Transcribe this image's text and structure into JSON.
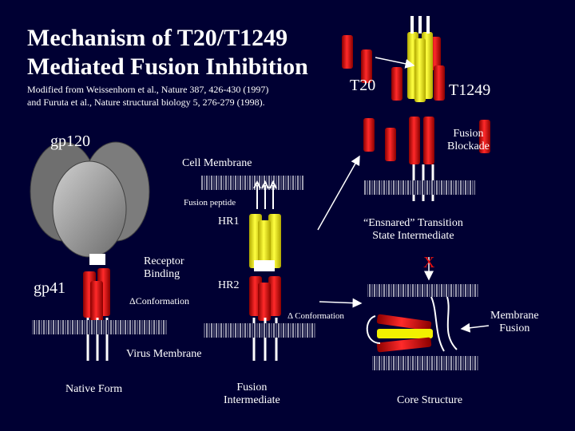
{
  "title_line1": "Mechanism of T20/T1249",
  "title_line2": "Mediated Fusion Inhibition",
  "reference_line1": "Modified from Weissenhorn et al., Nature 387, 426-430 (1997)",
  "reference_line2": "and Furuta et al., Nature structural biology 5, 276-279 (1998).",
  "labels": {
    "t20": "T20",
    "t1249": "T1249",
    "gp120": "gp120",
    "fusion_blockade_1": "Fusion",
    "fusion_blockade_2": "Blockade",
    "cell_membrane": "Cell Membrane",
    "fusion_peptide": "Fusion peptide",
    "hr1": "HR1",
    "ensnared_1": "“Ensnared” Transition",
    "ensnared_2": "State Intermediate",
    "x_mark": "X",
    "receptor_binding_1": "Receptor",
    "receptor_binding_2": "Binding",
    "gp41": "gp41",
    "hr2": "HR2",
    "conformation_1": "ΔConformation",
    "conformation_2": "Δ Conformation",
    "membrane_fusion_1": "Membrane",
    "membrane_fusion_2": "Fusion",
    "virus_membrane": "Virus Membrane",
    "native_form": "Native Form",
    "fusion_intermediate_1": "Fusion",
    "fusion_intermediate_2": "Intermediate",
    "core_structure": "Core Structure"
  },
  "colors": {
    "background": "#000033",
    "helix_red": "#e31010",
    "helix_yellow": "#f2f000",
    "gp120_gray": "#9a9a9a",
    "text": "#ffffff"
  }
}
